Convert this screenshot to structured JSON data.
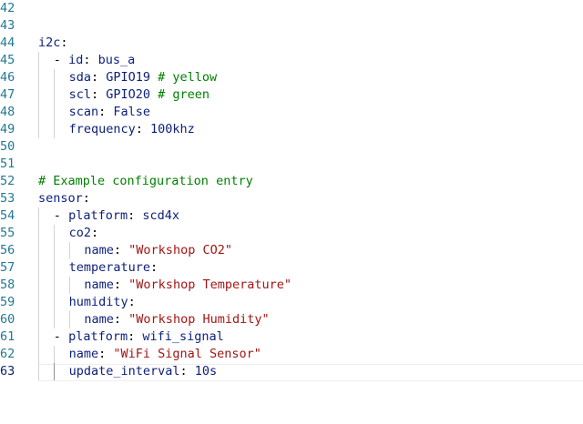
{
  "lines": [
    {
      "number": "42",
      "tokens": []
    },
    {
      "number": "43",
      "tokens": []
    },
    {
      "number": "44",
      "indent": 0,
      "tokens": [
        {
          "t": "k",
          "v": "i2c"
        },
        {
          "t": "p",
          "v": ":"
        }
      ]
    },
    {
      "number": "45",
      "indent": 1,
      "tokens": [
        {
          "t": "p",
          "v": "- "
        },
        {
          "t": "k",
          "v": "id"
        },
        {
          "t": "p",
          "v": ": "
        },
        {
          "t": "v",
          "v": "bus_a"
        }
      ]
    },
    {
      "number": "46",
      "indent": 2,
      "tokens": [
        {
          "t": "k",
          "v": "sda"
        },
        {
          "t": "p",
          "v": ": "
        },
        {
          "t": "v",
          "v": "GPIO19 "
        },
        {
          "t": "c",
          "v": "# yellow"
        }
      ]
    },
    {
      "number": "47",
      "indent": 2,
      "tokens": [
        {
          "t": "k",
          "v": "scl"
        },
        {
          "t": "p",
          "v": ": "
        },
        {
          "t": "v",
          "v": "GPIO20 "
        },
        {
          "t": "c",
          "v": "# green"
        }
      ]
    },
    {
      "number": "48",
      "indent": 2,
      "tokens": [
        {
          "t": "k",
          "v": "scan"
        },
        {
          "t": "p",
          "v": ": "
        },
        {
          "t": "v",
          "v": "False"
        }
      ]
    },
    {
      "number": "49",
      "indent": 2,
      "tokens": [
        {
          "t": "k",
          "v": "frequency"
        },
        {
          "t": "p",
          "v": ": "
        },
        {
          "t": "v",
          "v": "100khz"
        }
      ]
    },
    {
      "number": "50",
      "tokens": []
    },
    {
      "number": "51",
      "tokens": []
    },
    {
      "number": "52",
      "indent": 0,
      "tokens": [
        {
          "t": "c",
          "v": "# Example configuration entry"
        }
      ]
    },
    {
      "number": "53",
      "indent": 0,
      "tokens": [
        {
          "t": "k",
          "v": "sensor"
        },
        {
          "t": "p",
          "v": ":"
        }
      ]
    },
    {
      "number": "54",
      "indent": 1,
      "tokens": [
        {
          "t": "p",
          "v": "- "
        },
        {
          "t": "k",
          "v": "platform"
        },
        {
          "t": "p",
          "v": ": "
        },
        {
          "t": "v",
          "v": "scd4x"
        }
      ]
    },
    {
      "number": "55",
      "indent": 2,
      "tokens": [
        {
          "t": "k",
          "v": "co2"
        },
        {
          "t": "p",
          "v": ":"
        }
      ]
    },
    {
      "number": "56",
      "indent": 3,
      "tokens": [
        {
          "t": "k",
          "v": "name"
        },
        {
          "t": "p",
          "v": ": "
        },
        {
          "t": "s",
          "v": "\"Workshop CO2\""
        }
      ]
    },
    {
      "number": "57",
      "indent": 2,
      "tokens": [
        {
          "t": "k",
          "v": "temperature"
        },
        {
          "t": "p",
          "v": ":"
        }
      ]
    },
    {
      "number": "58",
      "indent": 3,
      "tokens": [
        {
          "t": "k",
          "v": "name"
        },
        {
          "t": "p",
          "v": ": "
        },
        {
          "t": "s",
          "v": "\"Workshop Temperature\""
        }
      ]
    },
    {
      "number": "59",
      "indent": 2,
      "tokens": [
        {
          "t": "k",
          "v": "humidity"
        },
        {
          "t": "p",
          "v": ":"
        }
      ]
    },
    {
      "number": "60",
      "indent": 3,
      "tokens": [
        {
          "t": "k",
          "v": "name"
        },
        {
          "t": "p",
          "v": ": "
        },
        {
          "t": "s",
          "v": "\"Workshop Humidity\""
        }
      ]
    },
    {
      "number": "61",
      "indent": 1,
      "tokens": [
        {
          "t": "p",
          "v": "- "
        },
        {
          "t": "k",
          "v": "platform"
        },
        {
          "t": "p",
          "v": ": "
        },
        {
          "t": "v",
          "v": "wifi_signal"
        }
      ]
    },
    {
      "number": "62",
      "indent": 2,
      "tokens": [
        {
          "t": "k",
          "v": "name"
        },
        {
          "t": "p",
          "v": ": "
        },
        {
          "t": "s",
          "v": "\"WiFi Signal Sensor\""
        }
      ]
    },
    {
      "number": "63",
      "indent": 2,
      "active": true,
      "tokens": [
        {
          "t": "k",
          "v": "update_interval"
        },
        {
          "t": "p",
          "v": ": "
        },
        {
          "t": "v",
          "v": "10s"
        }
      ]
    }
  ],
  "colors": {
    "line_number": "#237893",
    "key": "#0c1f7a",
    "string": "#a31515",
    "comment": "#008000",
    "indent_guide": "#d3d3d3"
  }
}
